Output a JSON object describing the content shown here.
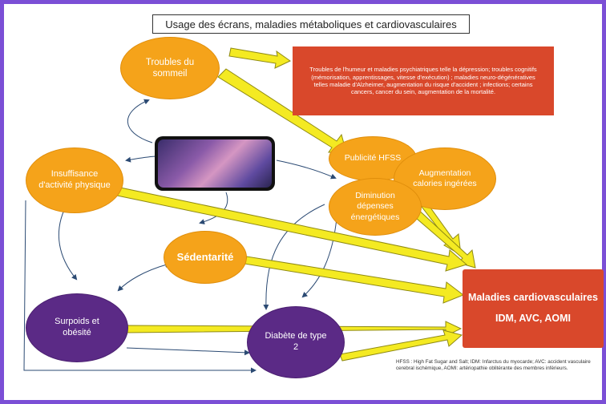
{
  "title": "Usage des écrans, maladies métaboliques et cardiovasculaires",
  "nodes": {
    "troubles_sommeil": "Troubles du sommeil",
    "consequences": "Troubles de l'humeur et maladies psychiatriques telle la dépression; troubles cognitifs (mémorisation, apprentissages, vitesse d'exécution) ; maladies neuro-dégénératives telles maladie d'Alzheimer, augmentation du risque d'accident ; infections; certains cancers, cancer du sein, augmentation de la mortalité.",
    "insuffisance": "Insuffisance d'activité physique",
    "publicite": "Publicité HFSS",
    "augmentation_calories": "Augmentation calories ingérées",
    "diminution_depenses": "Diminution dépenses énergétiques",
    "sedentarite": "Sédentarité",
    "surpoids": "Surpoids et obésité",
    "diabete": "Diabète de type 2",
    "maladies_cv_title": "Maladies cardiovasculaires",
    "maladies_cv_sub": "IDM, AVC, AOMI"
  },
  "footnote": "HFSS : High Fat Sugar and Salt; IDM: Infarctus du myocarde; AVC: accident vasculaire cerebral ischémique, AOMI: artériopathie oblitérante des membres inférieurs.",
  "colors": {
    "orange": "#f5a31a",
    "purple": "#5b2a86",
    "red": "#d9482b",
    "yellow_arrow": "#f4ea22",
    "connector": "#2b4a73",
    "frame": "#7b4fd6"
  }
}
